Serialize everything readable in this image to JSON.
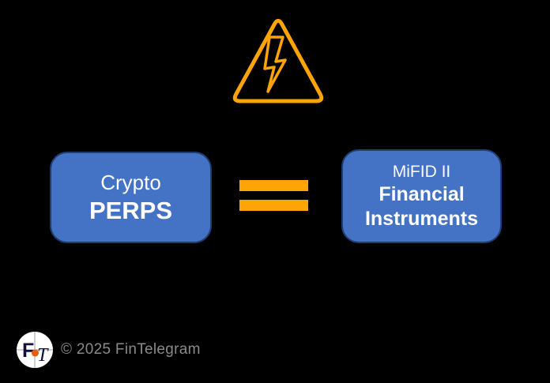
{
  "warning": {
    "icon": "high-voltage-warning-icon"
  },
  "left_box": {
    "line1": "Crypto",
    "line2": "PERPS"
  },
  "equals_sign": {
    "icon": "equals-sign"
  },
  "right_box": {
    "line1": "MiFID II",
    "line2": "Financial",
    "line3": "Instruments"
  },
  "footer": {
    "copyright": "© 2025 FinTelegram",
    "logo_letter_f": "F",
    "logo_letter_t": "T"
  },
  "colors": {
    "background": "#000000",
    "accent_orange": "#FFA405",
    "box_fill": "#4472C4",
    "box_border": "#1F3D73",
    "box_text": "#FFFFFF",
    "copyright_gray": "#8A8A8A",
    "logo_dot_orange": "#E85D04",
    "logo_letters": "#10103A"
  }
}
